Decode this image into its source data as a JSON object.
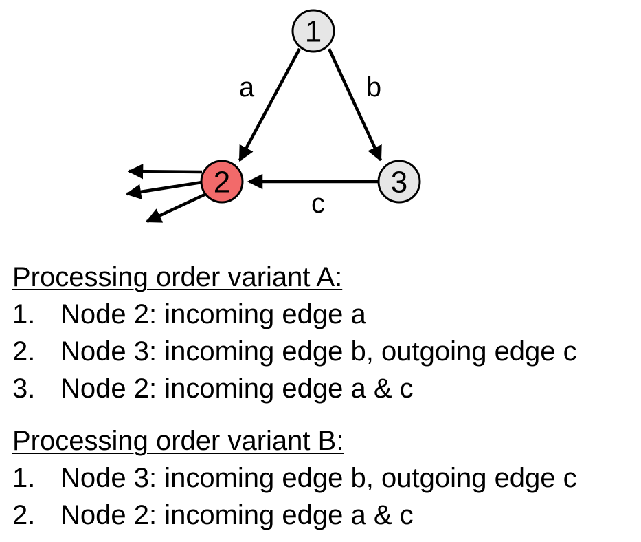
{
  "graph": {
    "colors": {
      "node_default": "#e6e6e6",
      "node_highlight": "#f26a6a",
      "stroke": "#000000"
    },
    "nodes": [
      {
        "id": "1",
        "label": "1",
        "highlighted": false
      },
      {
        "id": "2",
        "label": "2",
        "highlighted": true
      },
      {
        "id": "3",
        "label": "3",
        "highlighted": false
      }
    ],
    "edges": [
      {
        "id": "a",
        "label": "a",
        "from": "1",
        "to": "2"
      },
      {
        "id": "b",
        "label": "b",
        "from": "1",
        "to": "3"
      },
      {
        "id": "c",
        "label": "c",
        "from": "3",
        "to": "2"
      }
    ],
    "outgoing_stub_count": 3
  },
  "variant_a": {
    "title": "Processing order variant A:",
    "steps": [
      {
        "num": "1.",
        "text": "Node 2: incoming edge a"
      },
      {
        "num": "2.",
        "text": "Node 3: incoming edge b, outgoing edge c"
      },
      {
        "num": "3.",
        "text": "Node 2: incoming edge a & c"
      }
    ]
  },
  "variant_b": {
    "title": "Processing order variant B:",
    "steps": [
      {
        "num": "1.",
        "text": "Node 3: incoming edge b, outgoing edge c"
      },
      {
        "num": "2.",
        "text": "Node 2: incoming edge a & c"
      }
    ]
  }
}
